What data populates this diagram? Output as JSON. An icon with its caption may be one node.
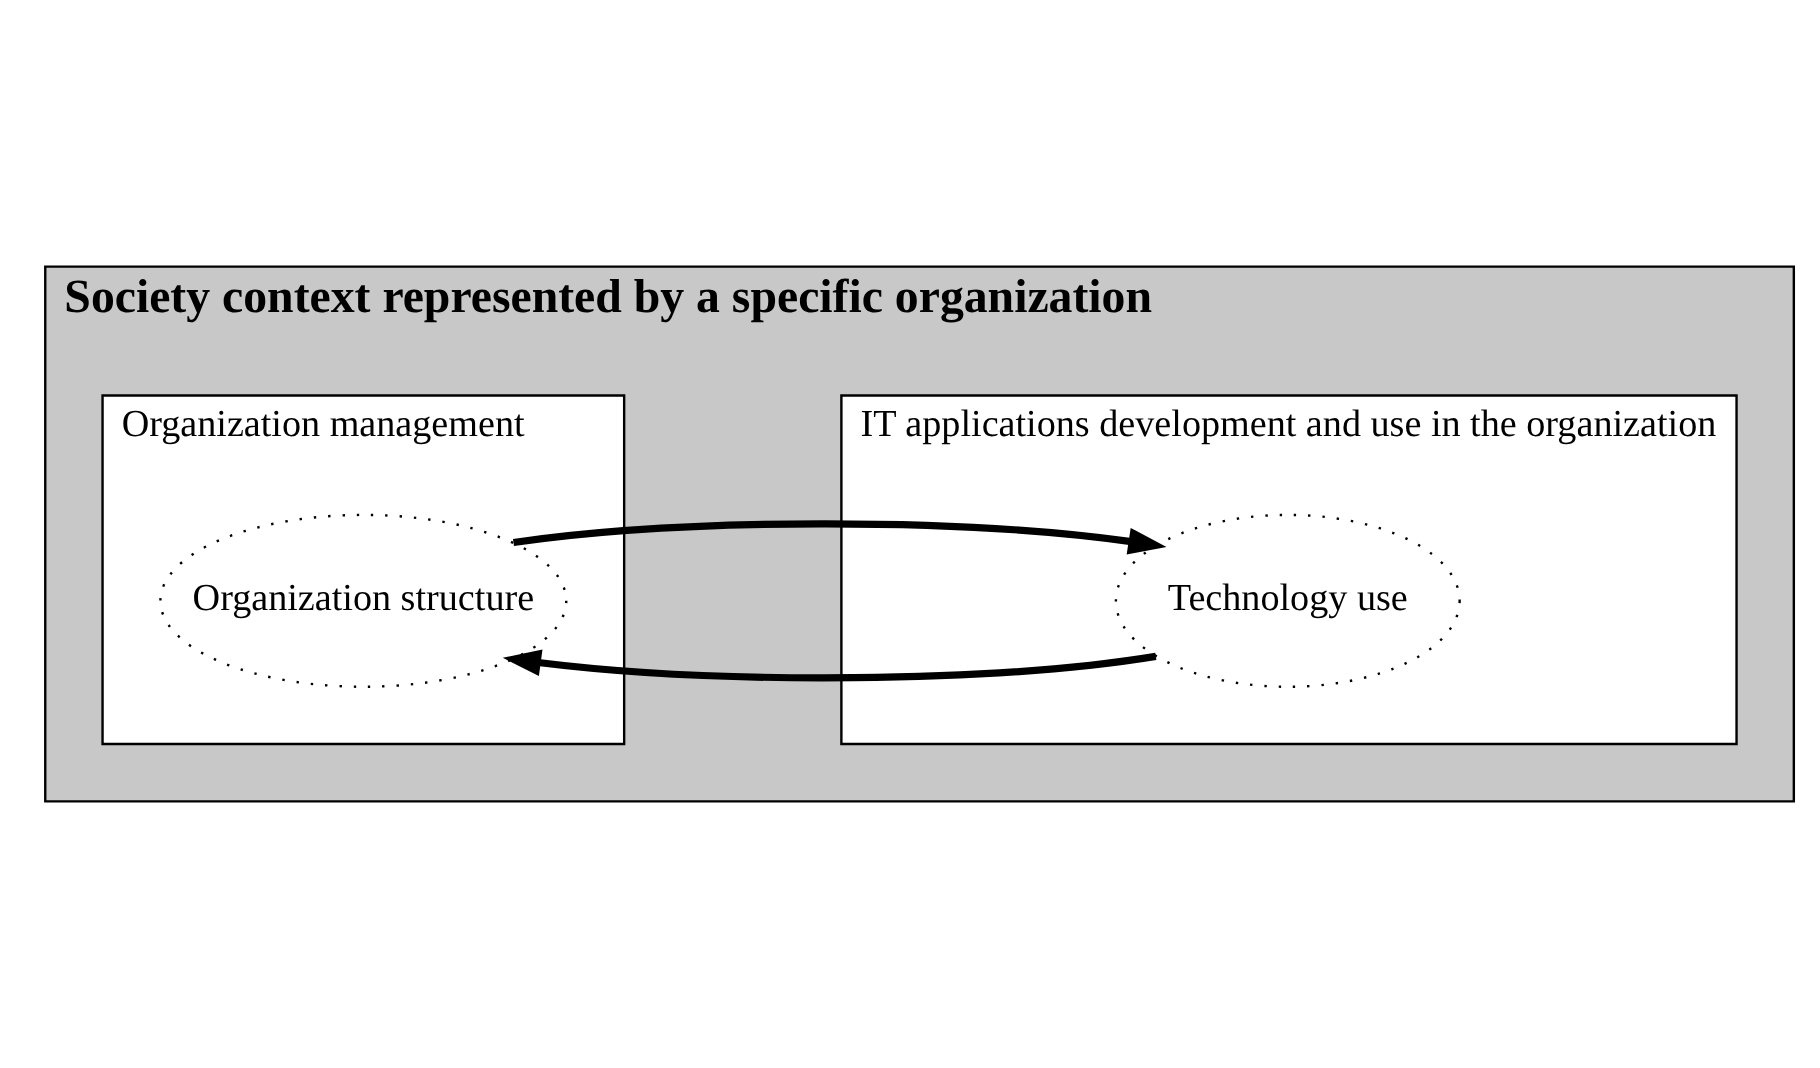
{
  "diagram": {
    "nodes": [
      {
        "text": [
          "Society context represented by a specific organization"
        ]
      },
      {
        "text": [
          "Organization management"
        ],
        "in": 0
      },
      {
        "text": [
          "IT applications development and use in the organization"
        ],
        "in": 0
      },
      {
        "text": [
          "Organization structure"
        ],
        "in": 1
      },
      {
        "text": [
          "Technology use"
        ],
        "in": 2
      }
    ],
    "edges": [
      {
        "from": 4,
        "to": 3,
        "arrow": "to"
      },
      {
        "from": 3,
        "to": 4,
        "arrow": "to"
      }
    ]
  }
}
